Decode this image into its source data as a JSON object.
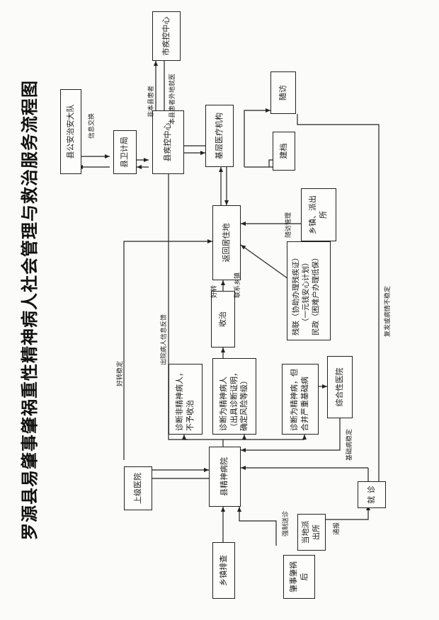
{
  "title": "罗源县易肇事肇祸重性精神病人社会管理与救治服务流程图",
  "boxes": {
    "xiangzhen_paicha": "乡镇排查",
    "zhaoshi_zhaohuo_hou": "肇事肇祸后",
    "dangdi_paichusuo": "当地派出所",
    "shangji_yiyuan": "上级医院",
    "xian_jingshenbing_yuan": "县精神病院",
    "jiuzhen": "就 诊",
    "zonghe_yiyuan": "综合性医院",
    "zhenduan_fei": "诊断非精神病人，不予收治",
    "zhenduan_wei": "诊断为精神病人（出具诊断证明，确定风险等级）",
    "zhenduan_wei_yanzhong": "诊断为精神病，但合并严重基础病",
    "shouzhi": "收治",
    "fanhui_juzhudi": "返回居住地",
    "canlian": "残联（协助办理残疾证）",
    "yiyuanqian": "（一元钱安心计划）",
    "minzheng": "民政（困难户办理低保）",
    "xiangzhen_paichusuo": "乡镇、派出所",
    "jiceng_yiliao": "基层医疗机构",
    "jiandang": "建档",
    "suifang": "随访",
    "xian_jikong": "县疾控中心",
    "xian_weiji": "县卫计局",
    "xian_gongan": "县公安治安大队",
    "shi_jikong": "市疾控中心"
  },
  "labels": {
    "xinxi_jiaohuan": "信息交换",
    "fei_ben_xian": "非本县患者",
    "ben_xian_waidi": "本县患者外地就医",
    "chuyuan_fankui": "出院病人信息反馈",
    "haozhuan_wending": "好转稳定",
    "haozhuan": "好转",
    "lianxi_xiangzhen": "联系乡镇",
    "suifang_guanli": "随访管理",
    "fufa": "复发或病情不稳定",
    "jichu_wending": "基础病稳定",
    "qiangzhi_songzhen": "强制送诊",
    "tongbao": "通报"
  }
}
